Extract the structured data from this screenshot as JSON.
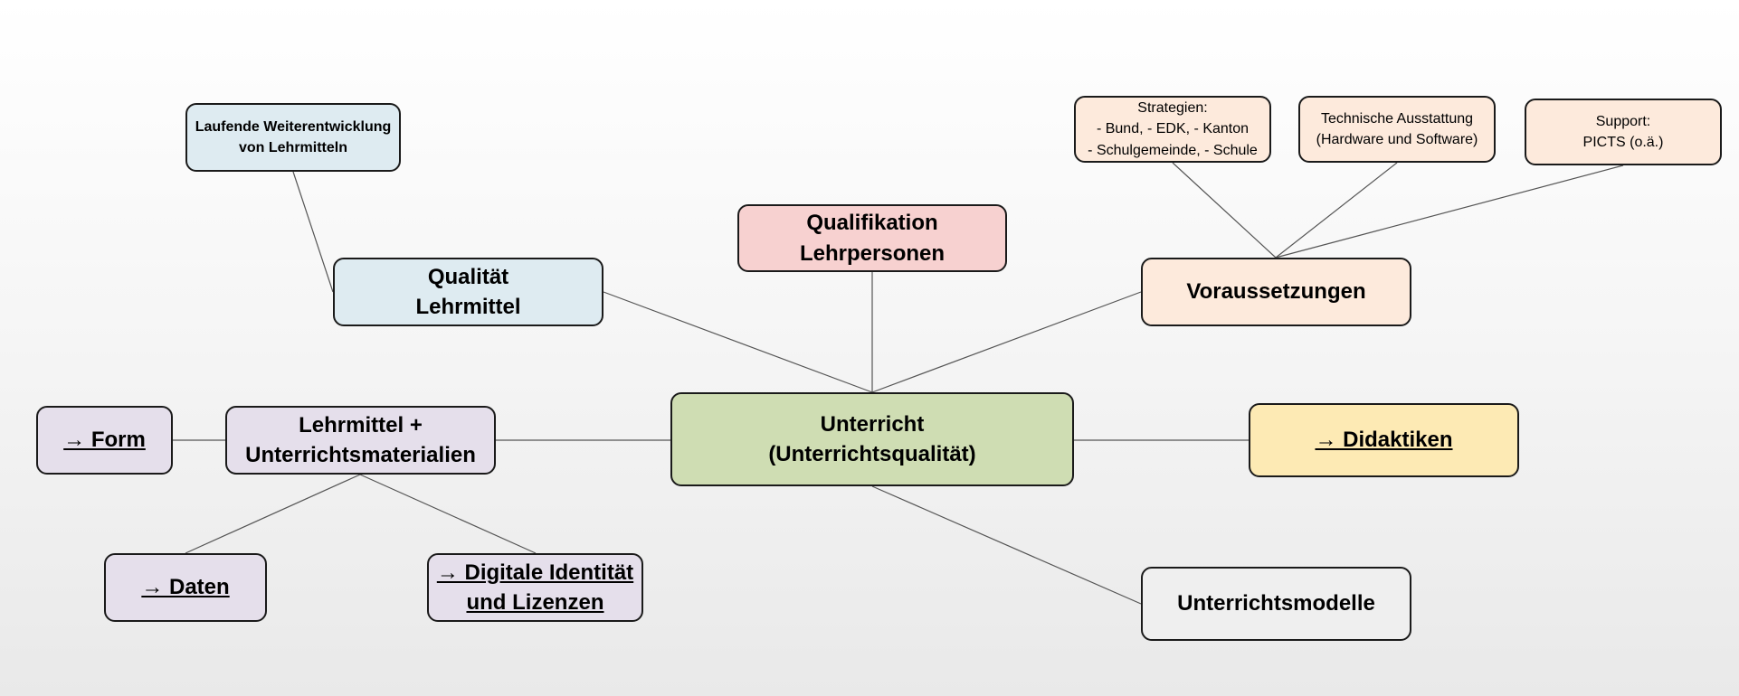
{
  "colors": {
    "center": "#cfddb3",
    "qualifikation": "#f7d1d0",
    "qualitaet": "#deebf1",
    "voraussetzungen": "#fdeadc",
    "lehrmittel": "#e5dfeb",
    "didaktiken": "#fdeab4",
    "modelle": "#efefef",
    "border": "#1a1a1a",
    "connector": "#555555"
  },
  "nodes": {
    "center": {
      "line1": "Unterricht",
      "line2": "(Unterrichtsqualität)"
    },
    "qualifikation": {
      "line1": "Qualifikation",
      "line2": "Lehrpersonen"
    },
    "qualitaet_lehrmittel": {
      "line1": "Qualität",
      "line2": "Lehrmittel"
    },
    "weiterentwicklung": {
      "line1": "Laufende Weiterentwicklung",
      "line2": "von Lehrmitteln"
    },
    "voraussetzungen": {
      "line1": "Voraussetzungen"
    },
    "strategien": {
      "line1": "Strategien:",
      "line2": "- Bund, - EDK, - Kanton",
      "line3": "- Schulgemeinde, - Schule"
    },
    "technik": {
      "line1": "Technische Ausstattung",
      "line2": "(Hardware und Software)"
    },
    "support": {
      "line1": "Support:",
      "line2": "PICTS (o.ä.)"
    },
    "lehrmittel": {
      "line1": "Lehrmittel +",
      "line2": "Unterrichtsmaterialien"
    },
    "form": {
      "line1": "→ Form"
    },
    "daten": {
      "line1": "→ Daten"
    },
    "digital": {
      "line1": "→ Digitale Identität",
      "line2": "und Lizenzen"
    },
    "didaktiken": {
      "line1": "→ Didaktiken"
    },
    "modelle": {
      "line1": "Unterrichtsmodelle"
    }
  }
}
